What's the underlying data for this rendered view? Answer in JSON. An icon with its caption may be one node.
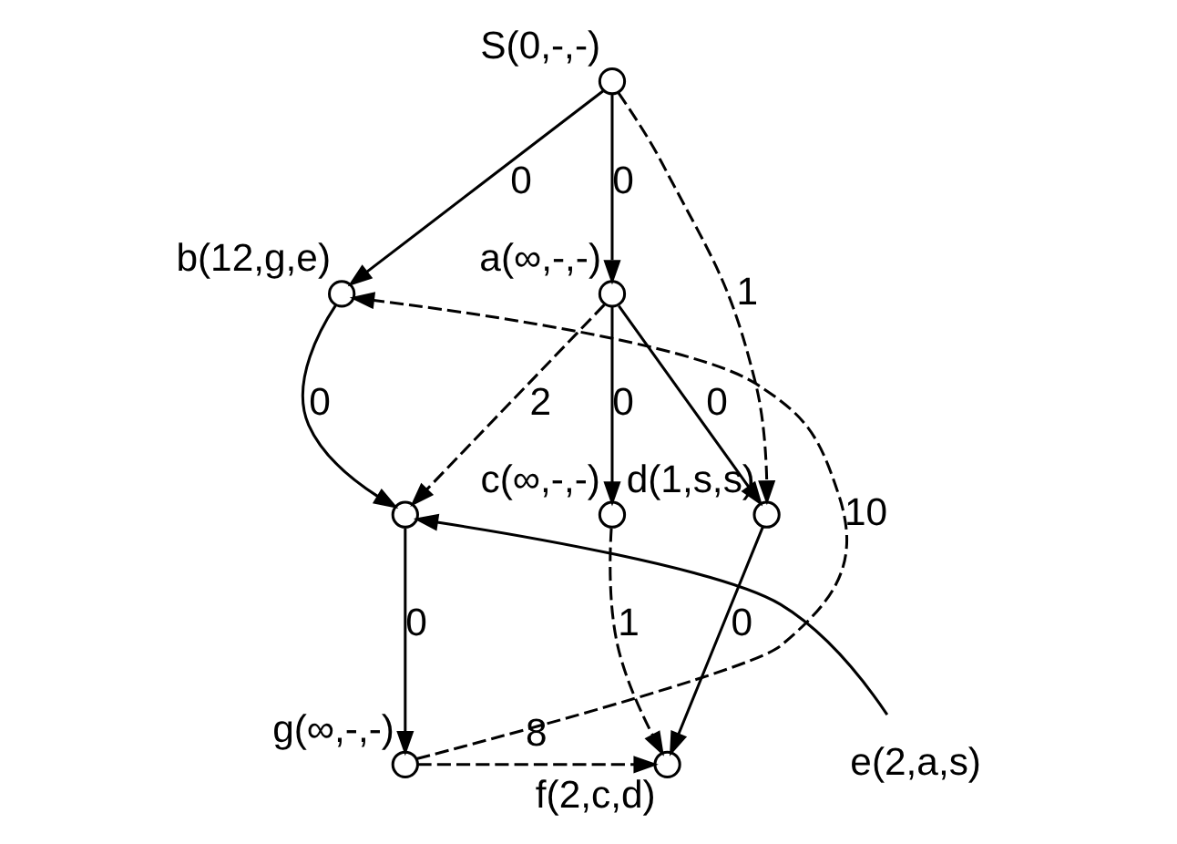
{
  "diagram": {
    "nodes": [
      {
        "text": [
          "S(0,-,-)"
        ]
      },
      {
        "text": [
          "a(∞,-,-)"
        ]
      },
      {
        "text": [
          "b(12,g,e)"
        ]
      },
      {
        "text": [
          "c(∞,-,-)"
        ]
      },
      {
        "text": [
          "d(1,s,s)"
        ]
      },
      {
        "text": [],
        "shape": "circle"
      },
      {
        "text": [
          "e(2,a,s)"
        ]
      },
      {
        "text": [
          "f(2,c,d)"
        ]
      },
      {
        "text": [
          "g(∞,-,-)"
        ]
      }
    ],
    "edges": [
      {
        "from": 0,
        "to": 1,
        "arrow": "to",
        "label": "0"
      },
      {
        "from": 0,
        "to": 4,
        "arrow": "to",
        "label": "1",
        "style": "dashed"
      },
      {
        "from": 0,
        "to": 2,
        "arrow": "to",
        "label": "0"
      },
      {
        "from": 1,
        "to": 3,
        "arrow": "to",
        "label": "0"
      },
      {
        "from": 1,
        "to": 4,
        "arrow": "to",
        "label": "0"
      },
      {
        "from": 1,
        "to": 5,
        "arrow": "to",
        "label": "2",
        "style": "dashed"
      },
      {
        "from": 2,
        "to": 5,
        "arrow": "to",
        "label": "0"
      },
      {
        "from": 3,
        "to": 7,
        "arrow": "to",
        "label": "1",
        "style": "dashed"
      },
      {
        "from": 4,
        "to": 7,
        "arrow": "to",
        "label": "0"
      },
      {
        "from": 6,
        "to": 5,
        "arrow": "to"
      },
      {
        "from": 5,
        "to": 8,
        "arrow": "to",
        "label": "0"
      },
      {
        "from": 8,
        "to": 7,
        "arrow": "to",
        "label": "8",
        "style": "dashed"
      },
      {
        "from": 8,
        "to": 2,
        "arrow": "to",
        "label": "10",
        "style": "dashed"
      }
    ]
  }
}
